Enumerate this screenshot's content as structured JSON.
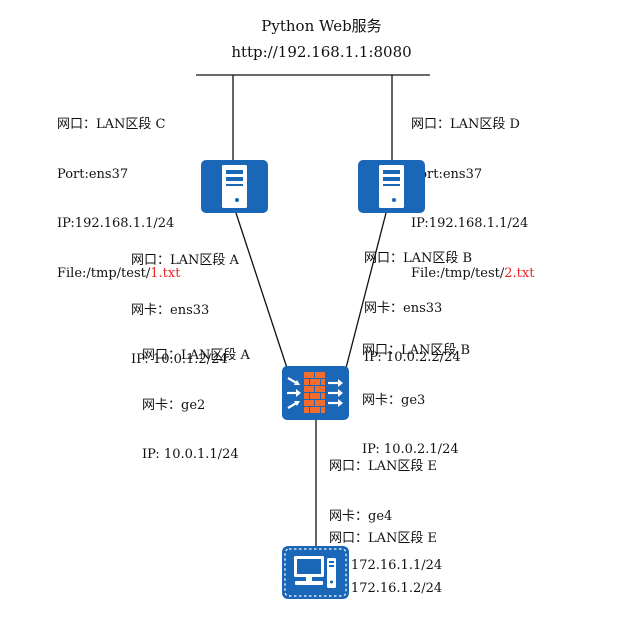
{
  "header": {
    "title": "Python Web服务",
    "url": "http://192.168.1.1:8080"
  },
  "colors": {
    "device_blue": "#1a66b7",
    "highlight_red": "#e8262a",
    "line_color": "#111111"
  },
  "server_c": {
    "port_line": "网口：LAN区段 C",
    "nic_line": "Port:ens37",
    "ip_line": "IP:192.168.1.1/24",
    "file_prefix": "File:/tmp/test/",
    "file_name": "1.txt",
    "icon": "server-icon"
  },
  "server_d": {
    "port_line": "网口：LAN区段 D",
    "nic_line": "Port:ens37",
    "ip_line": "IP:192.168.1.1/24",
    "file_prefix": "File:/tmp/test/",
    "file_name": "2.txt",
    "icon": "server-icon"
  },
  "server_left_uplink": {
    "port_line": "网口：LAN区段 A",
    "nic_line": "网卡：ens33",
    "ip_line": "IP: 10.0.1.2/24"
  },
  "server_right_uplink": {
    "port_line": "网口：LAN区段 B",
    "nic_line": "网卡：ens33",
    "ip_line": "IP: 10.0.2.2/24"
  },
  "firewall_left": {
    "port_line": "网口：LAN区段 A",
    "nic_line": "网卡：ge2",
    "ip_line": "IP: 10.0.1.1/24"
  },
  "firewall_right": {
    "port_line": "网口：LAN区段 B",
    "nic_line": "网卡：ge3",
    "ip_line": "IP: 10.0.2.1/24"
  },
  "firewall_bottom": {
    "port_line": "网口：LAN区段 E",
    "nic_line": "网卡：ge4",
    "ip_line": "IP: 172.16.1.1/24",
    "icon": "firewall-icon"
  },
  "client": {
    "port_line": "网口：LAN区段 E",
    "ip_line": "IP: 172.16.1.2/24",
    "icon": "computer-icon"
  }
}
